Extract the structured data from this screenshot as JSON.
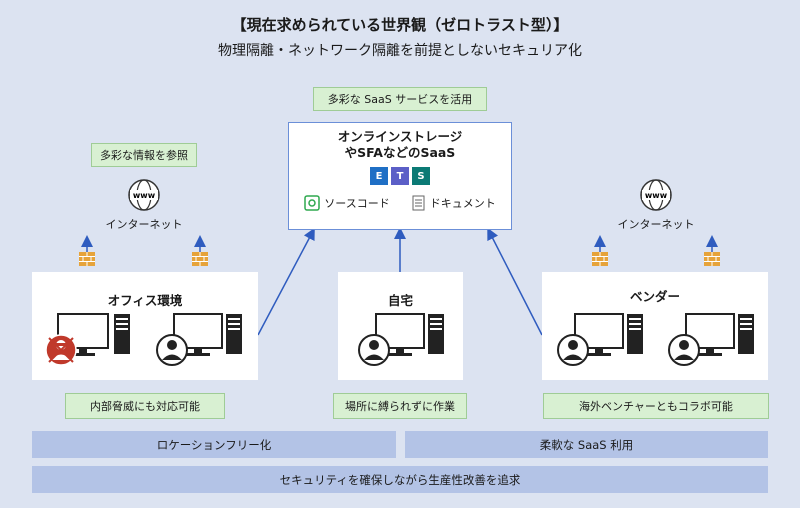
{
  "header": {
    "title": "【現在求められている世界観（ゼロトラスト型）】",
    "subtitle": "物理隔離・ネットワーク隔離を前提としないセキュリア化"
  },
  "saas": {
    "top_label": "多彩な SaaS サービスを活用",
    "title_line1": "オンラインストレージ",
    "title_line2": "やSFAなどのSaaS",
    "source_code": "ソースコード",
    "document": "ドキュメント"
  },
  "left": {
    "info_label": "多彩な情報を参照",
    "internet_label": "インターネット",
    "office_title": "オフィス環境",
    "bottom_label": "内部脅威にも対応可能"
  },
  "center": {
    "home_title": "自宅",
    "bottom_label": "場所に縛られずに作業"
  },
  "right": {
    "internet_label": "インターネット",
    "vendor_title": "ベンダー",
    "bottom_label": "海外ベンチャーともコラボ可能"
  },
  "bars": {
    "location_free": "ロケーションフリー化",
    "saas_use": "柔軟な SaaS 利用",
    "security": "セキュリティを確保しながら生産性改善を追求"
  },
  "icons": {
    "www": "www",
    "excel": "E",
    "teams": "T",
    "sharepoint": "S"
  },
  "colors": {
    "background": "#dce3f1",
    "arrow": "#2f5cbf",
    "green_box": "#d8f0d2",
    "bar": "#b3c3e6",
    "threat": "#c0392b"
  }
}
